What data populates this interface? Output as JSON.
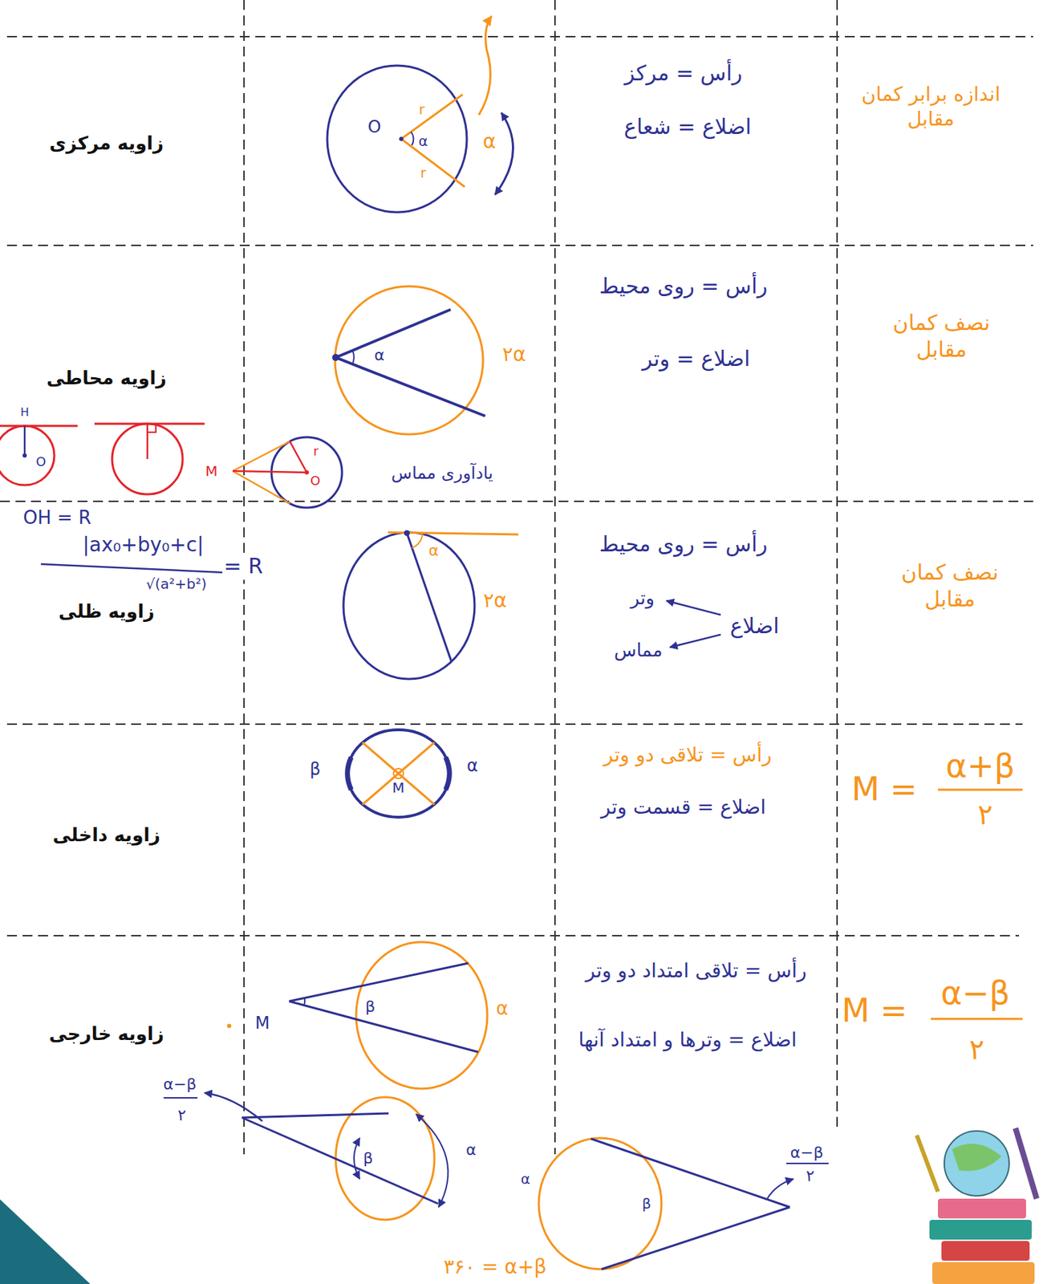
{
  "diagram": {
    "labels": [
      "زاویه مرکزی",
      "O",
      "r",
      "r",
      "α",
      "α",
      "رأس = مرکز",
      "اضلاع = شعاع",
      "اندازه برابر کمان مقابل",
      "زاویه محاطی",
      "α",
      "۲α",
      "رأس = روی محیط",
      "اضلاع = وتر",
      "نصف کمان مقابل",
      "یادآوری مماس",
      "H",
      "O",
      "M",
      "r",
      "O",
      "OH = R",
      "|ax₀+by₀+c|",
      "√(a²+b²)",
      "= R",
      "زاویه ظلی",
      "α",
      "۲α",
      "رأس = روی محیط",
      "اضلاع",
      "وتر",
      "مماس",
      "نصف کمان مقابل",
      "زاویه داخلی",
      "β",
      "M",
      "α",
      "رأس = تلاقی دو وتر",
      "اضلاع = قسمت وتر",
      "M =",
      "α+β",
      "۲",
      "زاویه خارجی",
      "M",
      "β",
      "α",
      "رأس = تلاقی امتداد دو وتر",
      "اضلاع = وترها و امتداد آنها",
      "M =",
      "α−β",
      "۲",
      "α−β",
      "۲",
      "β",
      "α",
      "α",
      "β",
      "α−β",
      "۲",
      "۳۶۰ = α+β"
    ]
  }
}
